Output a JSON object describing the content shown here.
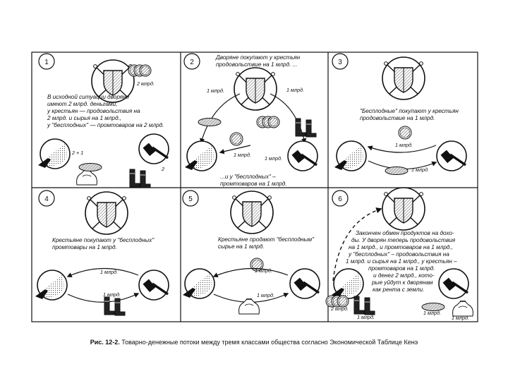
{
  "caption": {
    "label": "Рис. 12-2.",
    "text": "Товарно-денежные потоки между тремя классами общества согласно Экономической Таблице Кенэ"
  },
  "panels": [
    {
      "number": "1",
      "text": [
        "В исходной ситуации дворяне",
        "имеют 2 млрд. деньгами,",
        "у крестьян — продовольствия на",
        "2 млрд. и  сырья на 1 млрд.,",
        "у \"бесплодных\" — промтоваров на 2 млрд."
      ],
      "labels": [
        "2 млрд.",
        "2 + 1",
        "2"
      ]
    },
    {
      "number": "2",
      "text_top": [
        "Дворяне покупают у крестьян",
        "продовольствие на  1 млрд. ..."
      ],
      "text_bottom": [
        "...и у \"бесплодных\" –",
        "промтоваров на 1 млрд."
      ],
      "labels": [
        "1 млрд.",
        "1 млрд.",
        "1 млрд.",
        "1 млрд."
      ]
    },
    {
      "number": "3",
      "text": [
        "\"Бесплодные\" покупают у крестьян",
        "продовольствие на 1 млрд."
      ],
      "labels": [
        "1 млрд.",
        "1 млрд."
      ]
    },
    {
      "number": "4",
      "text": [
        "Крестьяне покупают у \"бесплодных\"",
        "промтовары на 1 млрд."
      ],
      "labels": [
        "1 млрд.",
        "1 млрд."
      ]
    },
    {
      "number": "5",
      "text": [
        "Крестьяне продают \"бесплодным\"",
        "сырье на 1 млрд."
      ],
      "labels": [
        "1 млрд.",
        "1 млрд."
      ]
    },
    {
      "number": "6",
      "text": [
        "Закончен обмен продуктов на дохо-",
        "ды. У дворян теперь продовольствия",
        "на 1 млрд., и промтоваров на 1 млрд.,",
        "у \"бесплодных\" – продовольствия на",
        "1 млрд. и сырья на 1 млрд., у крестьян –",
        "промтоваров на 1 млрд.",
        "и денег 2 млрд., кото-",
        "рые уйдут к дворянам",
        "как рента с земли."
      ],
      "labels": [
        "2 млрд.",
        "1 млрд.",
        "1 млрд.",
        "1 млрд."
      ]
    }
  ]
}
